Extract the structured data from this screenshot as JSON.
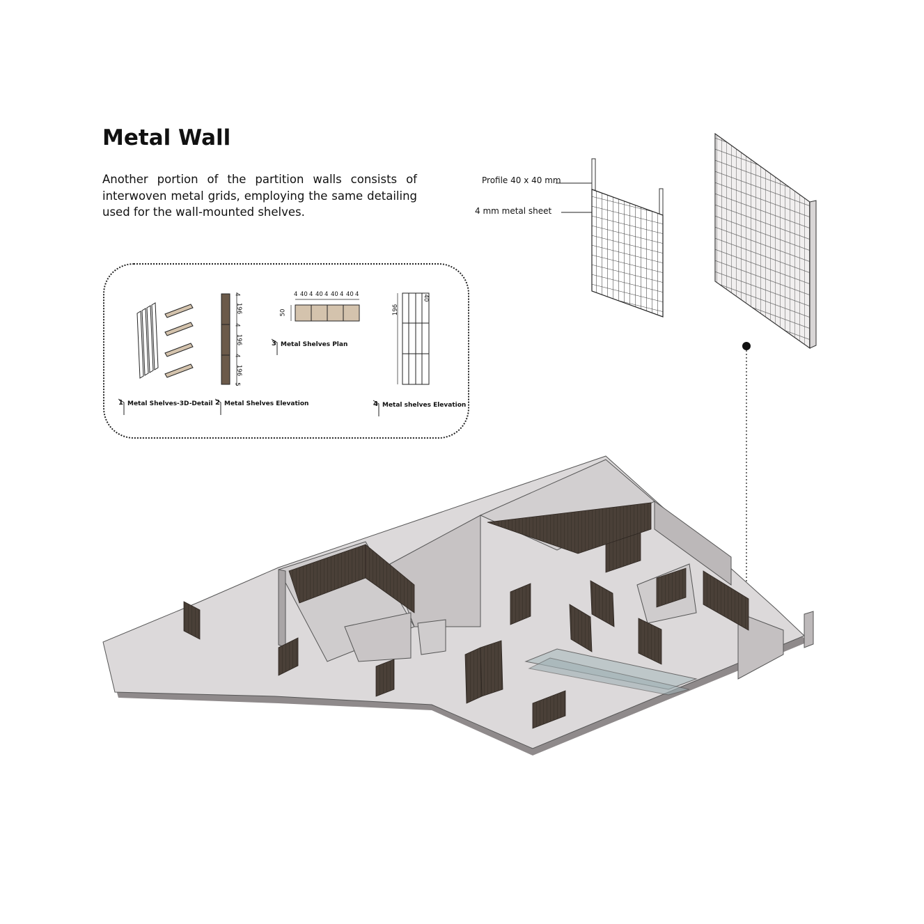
{
  "heading": {
    "title": "Metal Wall",
    "description": "Another portion of the partition walls consists of interwoven metal grids, employing the same detailing used for the wall-mounted shelves."
  },
  "details": {
    "items": [
      {
        "num": "1",
        "label": "Metal Shelves-3D-Detail"
      },
      {
        "num": "2",
        "label": "Metal Shelves Elevation"
      },
      {
        "num": "3",
        "label": "Metal Shelves Plan"
      },
      {
        "num": "4",
        "label": "Metal shelves Elevation"
      }
    ],
    "elevation_dims": [
      "4",
      "196",
      "4",
      "196",
      "4",
      "196",
      "5"
    ],
    "plan_dims_top": [
      "4",
      "40",
      "4",
      "40",
      "4",
      "40",
      "4",
      "40",
      "4"
    ],
    "plan_dim_side": "50",
    "elev4_dim_side": "196",
    "elev4_dim_top": "40"
  },
  "callouts": {
    "profile": "Profile 40 x 40 mm",
    "sheet": "4 mm metal sheet"
  },
  "colors": {
    "metal_panel": "#4a4038",
    "floor": "#dcd9da",
    "wall": "#cfcccd",
    "shelf_tan": "#d4c3ad",
    "accent_line": "#111111"
  }
}
